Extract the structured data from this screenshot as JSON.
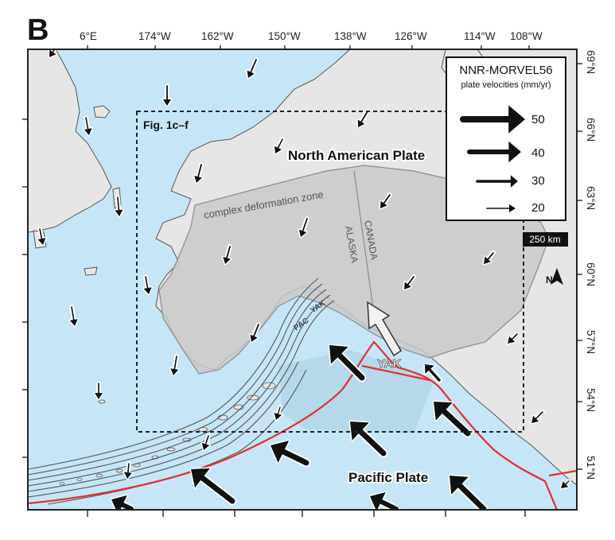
{
  "panel_label": "B",
  "longitude_labels": [
    "6°E",
    "174°W",
    "162°W",
    "150°W",
    "138°W",
    "126°W",
    "114°W",
    "108°W"
  ],
  "latitude_labels": [
    "69°N",
    "66°N",
    "63°N",
    "60°N",
    "57°N",
    "54°N",
    "51°N"
  ],
  "box_label": "Fig. 1c–f",
  "plates": {
    "north_american": "North American Plate",
    "pacific": "Pacific Plate",
    "yak_arrow": "YAK"
  },
  "region_labels": {
    "deformation_zone": "complex deformation zone",
    "alaska": "ALASKA",
    "canada": "CANADA",
    "yak_small": "YAK",
    "pac_small": "PAC"
  },
  "legend": {
    "title": "NNR-MORVEL56",
    "subtitle": "plate velocities (mm/yr)",
    "items": [
      {
        "value": "50"
      },
      {
        "value": "40"
      },
      {
        "value": "30"
      },
      {
        "value": "20"
      }
    ]
  },
  "scale_bar": "250 km",
  "north_label": "N",
  "colors": {
    "ocean": "#c6e6f7",
    "land": "#e6e6e6",
    "deformation_zone": "#cfcfcf",
    "coastline": "#555555",
    "plate_boundary": "#e03030",
    "frame": "#222222"
  }
}
